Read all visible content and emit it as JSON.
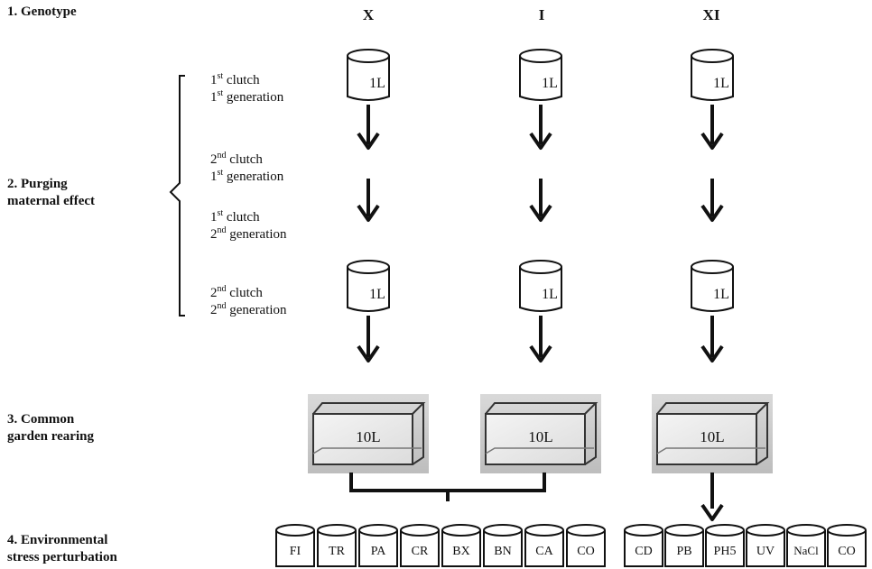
{
  "stages": {
    "genotype": "1. Genotype",
    "purging_line1": "2. Purging",
    "purging_line2": "maternal effect",
    "common_line1": "3. Common",
    "common_line2": "garden rearing",
    "env_line1": "4. Environmental",
    "env_line2": "stress perturbation"
  },
  "genotypes": [
    "X",
    "I",
    "XI"
  ],
  "steps": [
    {
      "clutch_num": "1",
      "clutch_sup": "st",
      "clutch_word": "clutch",
      "gen_num": "1",
      "gen_sup": "st",
      "gen_word": "generation"
    },
    {
      "clutch_num": "2",
      "clutch_sup": "nd",
      "clutch_word": "clutch",
      "gen_num": "1",
      "gen_sup": "st",
      "gen_word": "generation"
    },
    {
      "clutch_num": "1",
      "clutch_sup": "st",
      "clutch_word": "clutch",
      "gen_num": "2",
      "gen_sup": "nd",
      "gen_word": "generation"
    },
    {
      "clutch_num": "2",
      "clutch_sup": "nd",
      "clutch_word": "clutch",
      "gen_num": "2",
      "gen_sup": "nd",
      "gen_word": "generation"
    }
  ],
  "jar_volume": "1L",
  "tank_volume": "10L",
  "treatments_left": [
    "FI",
    "TR",
    "PA",
    "CR",
    "BX",
    "BN",
    "CA",
    "CO"
  ],
  "treatments_right": [
    "CD",
    "PB",
    "PH5",
    "UV",
    "NaCl",
    "CO"
  ]
}
